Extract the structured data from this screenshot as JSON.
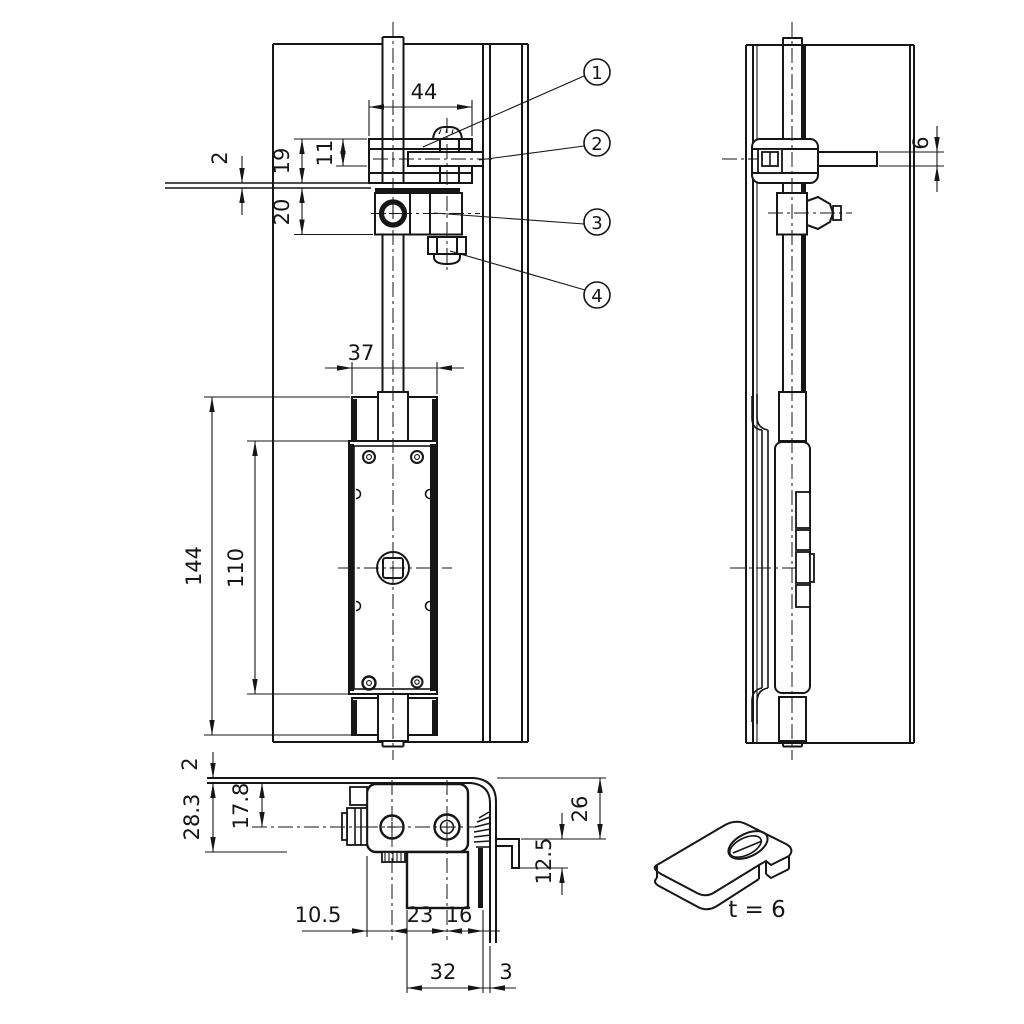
{
  "drawing": {
    "type": "technical-drawing",
    "colors": {
      "background": "#ffffff",
      "line": "#161616"
    },
    "callouts": {
      "c1": "1",
      "c2": "2",
      "c3": "3",
      "c4": "4"
    },
    "front": {
      "d44": "44",
      "d2": "2",
      "d19": "19",
      "d11": "11",
      "d20": "20",
      "d37": "37",
      "d144": "144",
      "d110": "110"
    },
    "side": {
      "d6": "6"
    },
    "bottom": {
      "d2": "2",
      "d28_3": "28.3",
      "d17_8": "17.8",
      "d26": "26",
      "d12_5": "12.5",
      "d10_5": "10.5",
      "d23": "23",
      "d16": "16",
      "d32": "32",
      "d3": "3"
    },
    "detail": {
      "thickness_label": "t = 6"
    }
  }
}
